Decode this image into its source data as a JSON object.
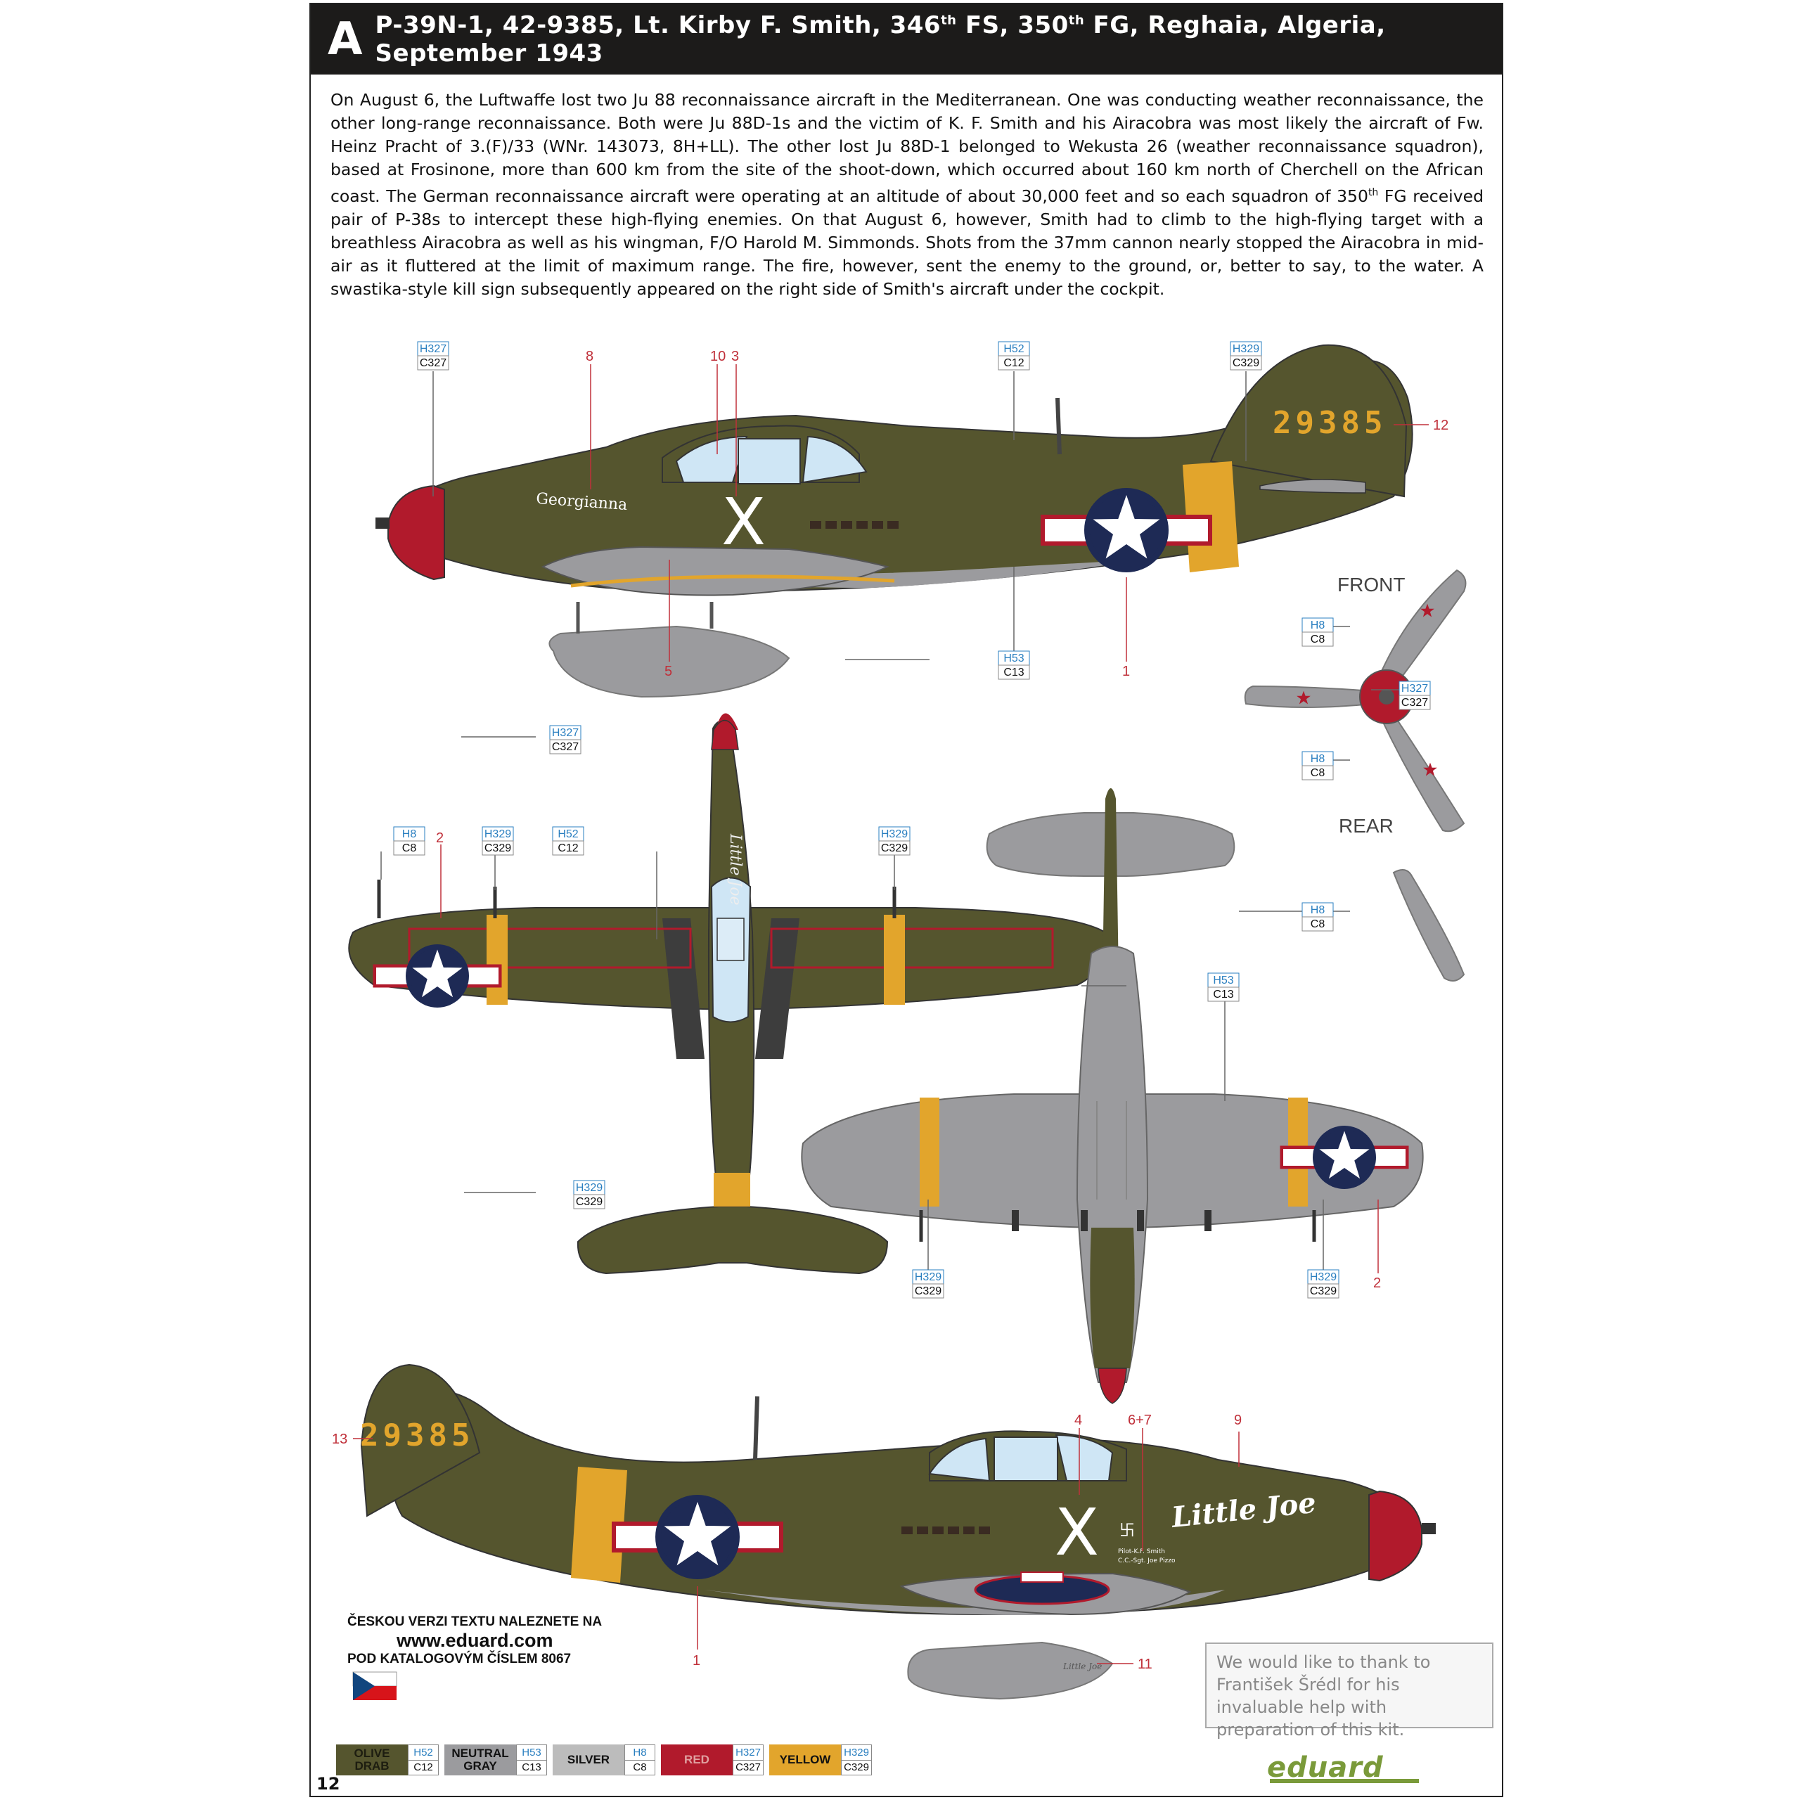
{
  "header": {
    "letter": "A",
    "title_part1": "P-39N-1, 42-9385, Lt. Kirby F. Smith, 346",
    "sup1": "th",
    "title_part2": " FS, 350",
    "sup2": "th",
    "title_part3": " FG, Reghaia, Algeria, September 1943"
  },
  "intro": {
    "part1": "On August 6, the Luftwaffe lost two Ju 88 reconnaissance aircraft in the Mediterranean. One was conducting weather reconnaissance, the other long-range reconnaissance. Both were Ju 88D-1s and the victim of K. F. Smith and his Airacobra was most likely the aircraft of Fw. Heinz Pracht of 3.(F)/33 (WNr. 143073, 8H+LL). The other lost Ju 88D-1 belonged to Wekusta 26 (weather reconnaissance squadron), based at Frosinone, more than 600 km from the site of the shoot-down, which occurred about 160 km north of Cherchell on the African coast. The German reconnaissance aircraft were operating at an altitude of about 30,000 feet and so each squadron of 350",
    "sup": "th",
    "part2": " FG received pair of P-38s to intercept these high-flying enemies. On that August 6, however, Smith had to climb to the high-flying target with a breathless Airacobra as well as his wingman, F/O Harold M. Simmonds. Shots from the 37mm cannon nearly stopped the Airacobra in mid-air as it fluttered at the limit of maximum range. The fire, however, sent the enemy to the ground, or, better to say, to the water. A swastika-style kill sign subsequently appeared on the right side of Smith's aircraft under the cockpit."
  },
  "aircraft": {
    "name_left": "Georgianna",
    "name_right": "Little Joe",
    "serial": "29385",
    "letter": "X",
    "pilot_text_1": "Pilot-K.F. Smith",
    "pilot_text_2": "C.C.-Sgt. Joe Pizzo",
    "tank_text": "Little Joe"
  },
  "views": {
    "front": "FRONT",
    "rear": "REAR"
  },
  "callouts": [
    "1",
    "2",
    "3",
    "4",
    "5",
    "6+7",
    "8",
    "9",
    "10",
    "11",
    "12",
    "13"
  ],
  "codes": {
    "h327": "H327",
    "c327": "C327",
    "h52": "H52",
    "c12": "C12",
    "h329": "H329",
    "c329": "C329",
    "h53": "H53",
    "c13": "C13",
    "h8": "H8",
    "c8": "C8"
  },
  "cz_note": {
    "line1": "ČESKOU VERZI TEXTU NALEZNETE NA",
    "line2": "www.eduard.com",
    "line3": "POD KATALOGOVÝM ČÍSLEM 8067"
  },
  "thanks": "We would like to thank to František Šrédl for his invaluable help with preparation of this kit.",
  "legend": [
    {
      "name_line1": "OLIVE",
      "name_line2": "DRAB",
      "h": "H52",
      "c": "C12",
      "bg": "#55552e",
      "fg": "#1d1d10"
    },
    {
      "name_line1": "NEUTRAL",
      "name_line2": "GRAY",
      "h": "H53",
      "c": "C13",
      "bg": "#9b9b9e",
      "fg": "#111111"
    },
    {
      "name_line1": "SILVER",
      "name_line2": "",
      "h": "H8",
      "c": "C8",
      "bg": "#bcbcbc",
      "fg": "#111111"
    },
    {
      "name_line1": "RED",
      "name_line2": "",
      "h": "H327",
      "c": "C327",
      "bg": "#b11a2c",
      "fg": "#e0a0a0"
    },
    {
      "name_line1": "YELLOW",
      "name_line2": "",
      "h": "H329",
      "c": "C329",
      "bg": "#e2a52c",
      "fg": "#111111"
    }
  ],
  "logo": "eduard",
  "page_number": "12",
  "colors": {
    "olive": "#55552e",
    "gray": "#9b9b9e",
    "red": "#b11a2c",
    "yellow": "#e2a52c",
    "navy": "#1e2a55",
    "glass": "#cfe6f5",
    "code_blue": "#2a7fc0",
    "callout_red": "#c0303a"
  }
}
